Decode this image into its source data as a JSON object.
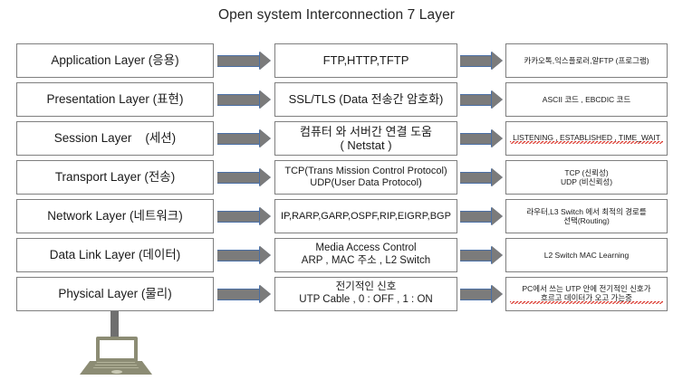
{
  "title": "Open system Interconnection 7 Layer",
  "colors": {
    "arrow_fill": "#7b7b7b",
    "arrow_outline": "#4a6fa5",
    "box_border": "#7f7f7f",
    "laptop_body": "#8c8c74",
    "spellcheck_underline": "#d93025"
  },
  "rows": [
    {
      "layer": "Application Layer (응용)",
      "middle": [
        "FTP,HTTP,TFTP"
      ],
      "right": [
        "카카오톡,익스플로러,알FTP (프로그램)"
      ]
    },
    {
      "layer": "Presentation Layer (표현)",
      "middle": [
        "SSL/TLS (Data 전송간 암호화)"
      ],
      "right": [
        "ASCII 코드 , EBCDIC 코드"
      ]
    },
    {
      "layer": "Session Layer    (세션)",
      "middle": [
        "컴퓨터 와 서버간 연결 도움",
        "( Netstat )"
      ],
      "right": [
        "LISTENING , ESTABLISHED , TIME_WAIT"
      ]
    },
    {
      "layer": "Transport Layer (전송)",
      "middle": [
        "TCP(Trans Mission Control Protocol)",
        "UDP(User Data Protocol)"
      ],
      "right": [
        "TCP (신뢰성)",
        "UDP (비신뢰성)"
      ]
    },
    {
      "layer": "Network Layer (네트워크)",
      "middle": [
        "IP,RARP,GARP,OSPF,RIP,EIGRP,BGP"
      ],
      "right": [
        "라우터,L3 Switch 에서 최적의 경로를",
        "선택(Routing)"
      ]
    },
    {
      "layer": "Data Link Layer (데이터)",
      "middle": [
        "Media Access Control",
        "ARP , MAC 주소 , L2 Switch"
      ],
      "right": [
        "L2 Switch MAC Learning"
      ]
    },
    {
      "layer": "Physical Layer (물리)",
      "middle": [
        "전기적인 신호",
        "UTP Cable  , 0 : OFF , 1 : ON"
      ],
      "right": [
        "PC에서 쓰는 UTP 안에 전기적인 신호가",
        "흐르고 데이터가 오고 가는중"
      ]
    }
  ]
}
